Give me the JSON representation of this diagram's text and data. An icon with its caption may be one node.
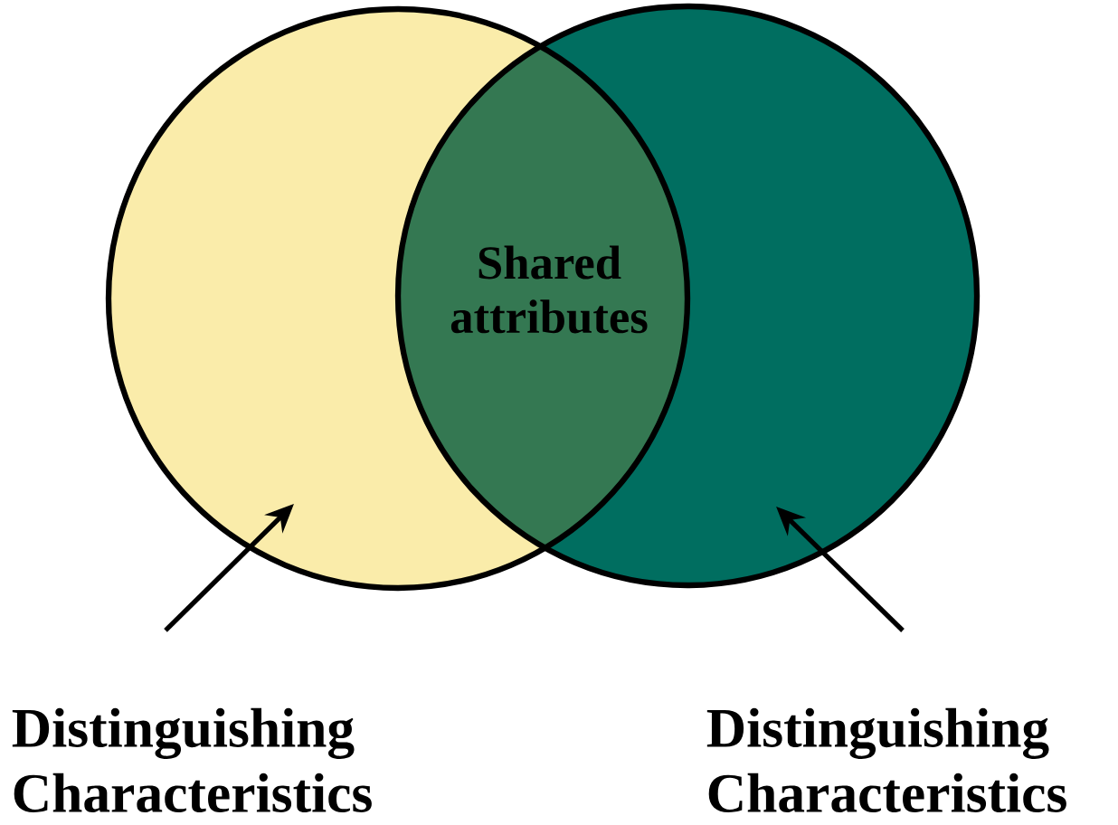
{
  "diagram": {
    "nodes": [
      {
        "text": [],
        "shape": "circle"
      },
      {
        "text": [],
        "shape": "circle"
      },
      {
        "text": [
          "Shared attributes"
        ]
      },
      {
        "text": [
          "Distinguishing Characteristics"
        ]
      },
      {
        "text": [
          "Distinguishing Characteristics"
        ]
      }
    ],
    "edges": [
      {
        "from": 3,
        "to": 0,
        "arrow": "to"
      },
      {
        "from": 4,
        "to": 1,
        "arrow": "to"
      }
    ]
  }
}
